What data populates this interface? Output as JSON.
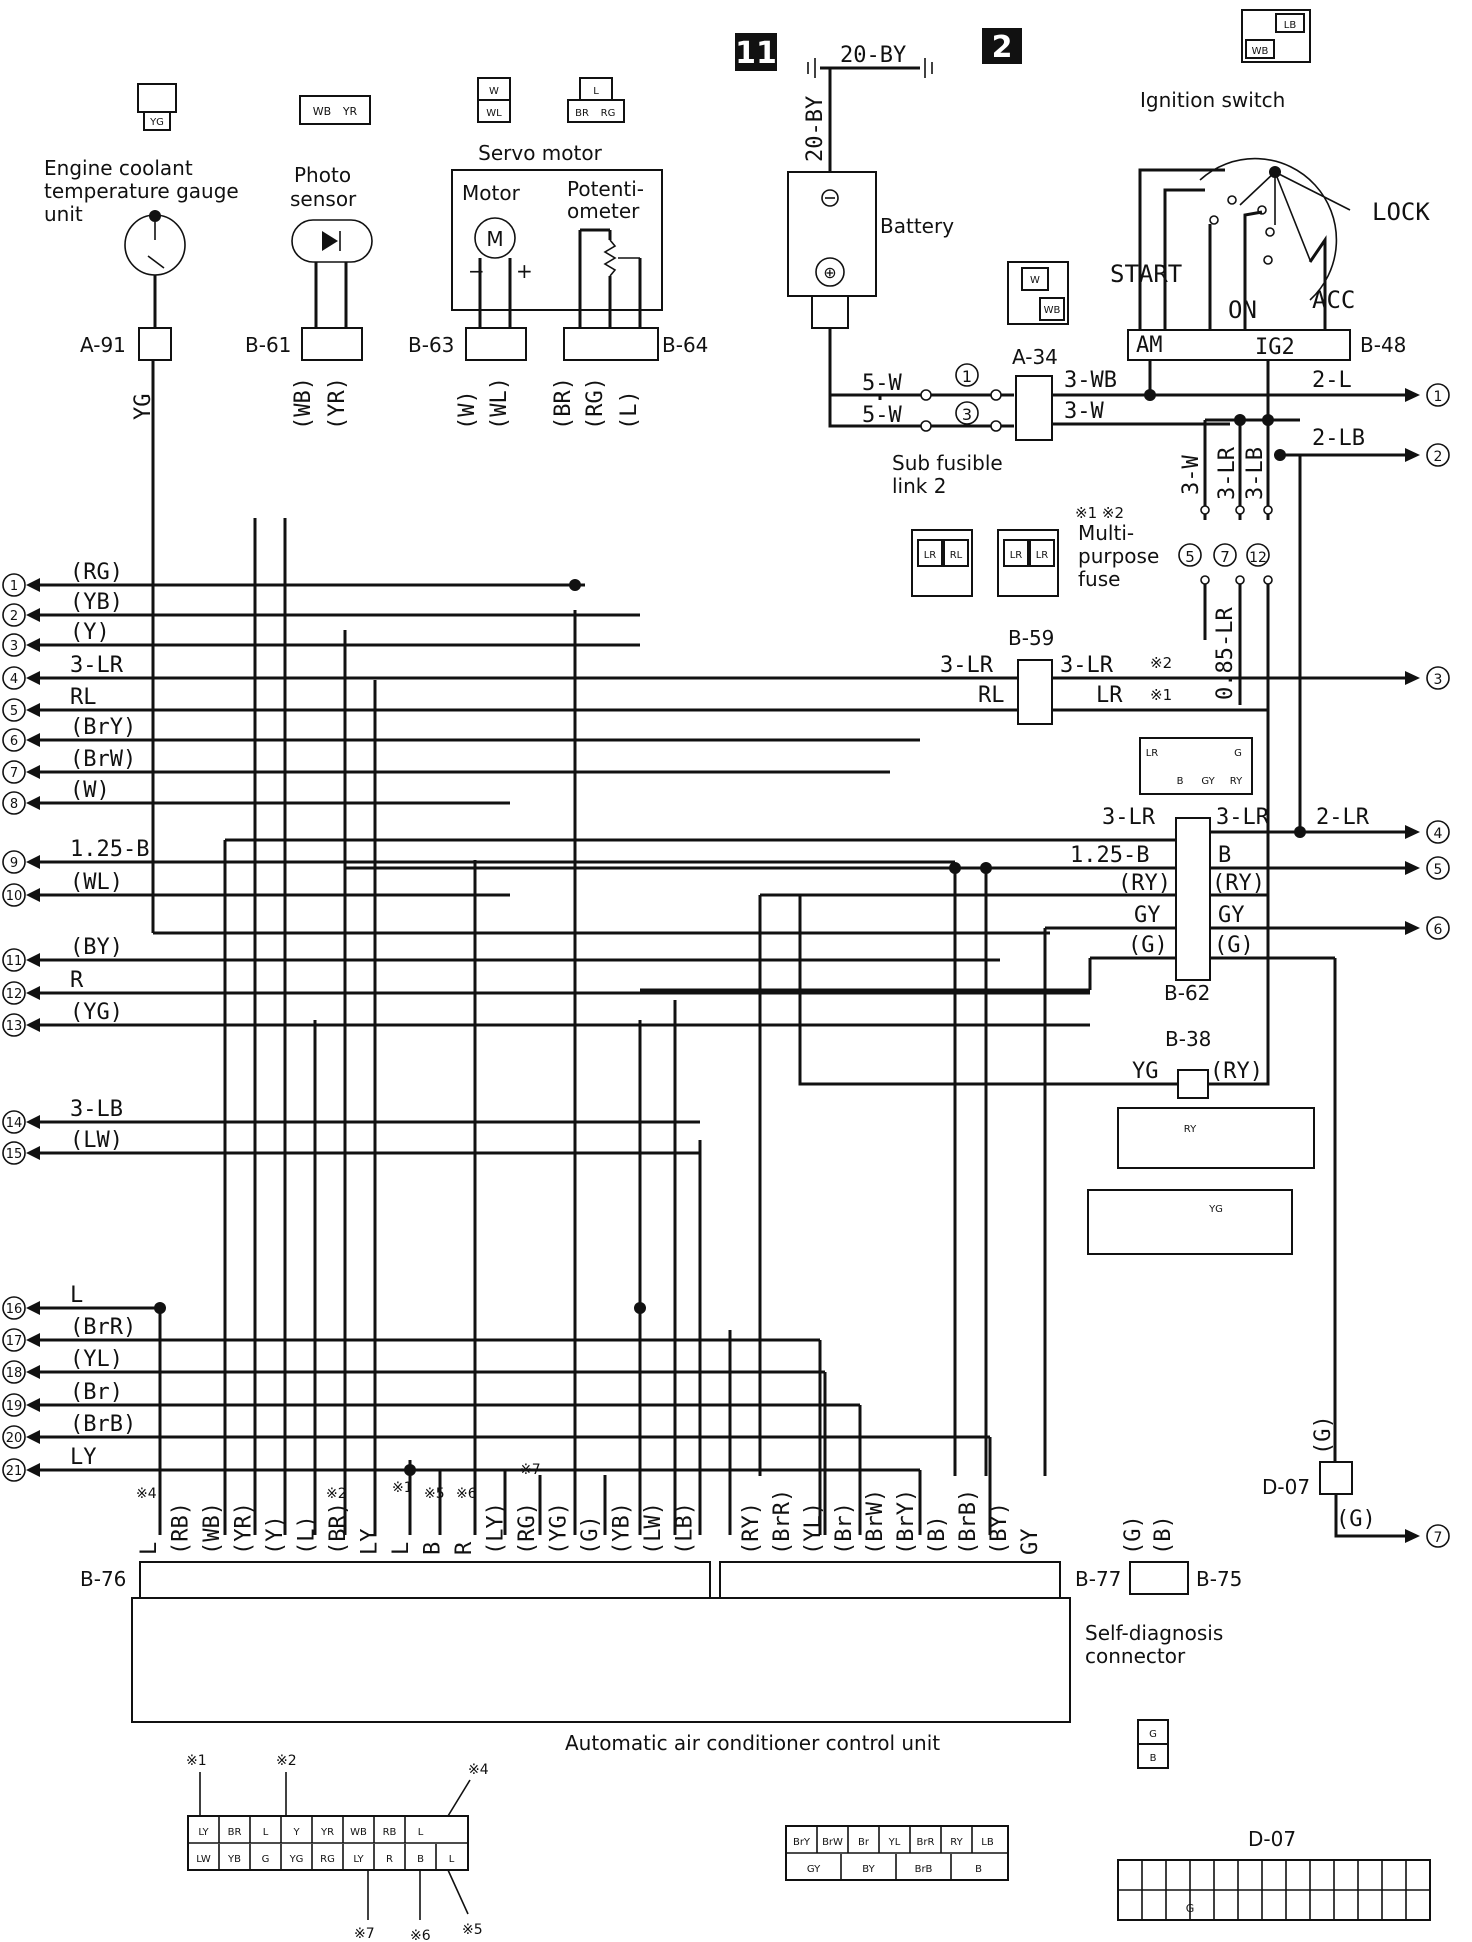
{
  "badges": [
    "11",
    "2"
  ],
  "components": {
    "coolant_gauge": [
      "Engine coolant",
      "temperature gauge",
      "unit"
    ],
    "photo_sensor": [
      "Photo",
      "sensor"
    ],
    "servo_motor": "Servo motor",
    "motor": "Motor",
    "motor_symbol": "M",
    "potentiometer": [
      "Potenti-",
      "ometer"
    ],
    "battery": "Battery",
    "ignition_switch": "Ignition switch",
    "lock": "LOCK",
    "start": "START",
    "on": "ON",
    "acc": "ACC",
    "am": "AM",
    "ig2": "IG2",
    "sub_fusible_link": [
      "Sub fusible",
      "link 2"
    ],
    "multi_purpose_fuse": [
      "Multi-",
      "purpose",
      "fuse"
    ],
    "self_diagnosis": [
      "Self-diagnosis",
      "connector"
    ],
    "control_unit": "Automatic air conditioner control unit",
    "fuse_notes": "※1 ※2",
    "fuse_numbers": [
      "5",
      "7",
      "12"
    ],
    "link_numbers": [
      "1",
      "3"
    ]
  },
  "connectors": {
    "A-91": "A-91",
    "B-61": "B-61",
    "B-63": "B-63",
    "B-64": "B-64",
    "A-34": "A-34",
    "B-48": "B-48",
    "B-59": "B-59",
    "B-62": "B-62",
    "B-38": "B-38",
    "D-07": "D-07",
    "B-76": "B-76",
    "B-77": "B-77",
    "B-75": "B-75"
  },
  "wires": {
    "battery_top": "20-BY",
    "battery_v": "20-BY",
    "w5a": "5-W",
    "w5b": "5-W",
    "wb3": "3-WB",
    "w3": "3-W",
    "l2": "2-L",
    "lb2": "2-LB",
    "w3v": "3-W",
    "lr3v": "3-LR",
    "lb3v": "3-LB",
    "lr085": "0.85-LR",
    "yg": "YG",
    "wb": "(WB)",
    "yr": "(YR)",
    "w": "(W)",
    "wl": "(WL)",
    "br": "(BR)",
    "rg": "(RG)",
    "l": "(L)",
    "b59_3lr_l": "3-LR",
    "b59_rl": "RL",
    "b59_3lr_r": "3-LR",
    "b59_lr": "LR",
    "note1": "※1",
    "note2": "※2",
    "b62_3lr_l": "3-LR",
    "b62_3lr_r": "3-LR",
    "lr2": "2-LR",
    "b62_125b": "1.25-B",
    "b62_b": "B",
    "b62_ry_l": "(RY)",
    "b62_ry_r": "(RY)",
    "b62_gy_l": "GY",
    "b62_gy_r": "GY",
    "b62_g_l": "(G)",
    "b62_g_r": "(G)",
    "b38_yg": "YG",
    "b38_ry": "(RY)",
    "d07_g_top": "(G)",
    "d07_g_bot": "(G)"
  },
  "left_refs": [
    {
      "num": "1",
      "label": "(RG)"
    },
    {
      "num": "2",
      "label": "(YB)"
    },
    {
      "num": "3",
      "label": "(Y)"
    },
    {
      "num": "4",
      "label": "3-LR"
    },
    {
      "num": "5",
      "label": "RL"
    },
    {
      "num": "6",
      "label": "(BrY)"
    },
    {
      "num": "7",
      "label": "(BrW)"
    },
    {
      "num": "8",
      "label": "(W)"
    },
    {
      "num": "9",
      "label": "1.25-B"
    },
    {
      "num": "10",
      "label": "(WL)"
    },
    {
      "num": "11",
      "label": "(BY)"
    },
    {
      "num": "12",
      "label": "R"
    },
    {
      "num": "13",
      "label": "(YG)"
    },
    {
      "num": "14",
      "label": "3-LB"
    },
    {
      "num": "15",
      "label": "(LW)"
    },
    {
      "num": "16",
      "label": "L"
    },
    {
      "num": "17",
      "label": "(BrR)"
    },
    {
      "num": "18",
      "label": "(YL)"
    },
    {
      "num": "19",
      "label": "(Br)"
    },
    {
      "num": "20",
      "label": "(BrB)"
    },
    {
      "num": "21",
      "label": "LY"
    }
  ],
  "right_refs": [
    "1",
    "2",
    "3",
    "4",
    "5",
    "6",
    "7"
  ],
  "pins_left": [
    "L",
    "(RB)",
    "(WB)",
    "(YR)",
    "(Y)",
    "(L)",
    "(BR)",
    "LY",
    "L",
    "B",
    "R",
    "(LY)",
    "(RG)",
    "(YG)",
    "(G)",
    "(YB)",
    "(LW)",
    "(LB)"
  ],
  "pin_notes": [
    "※4",
    "※2",
    "※1",
    "※5",
    "※6",
    "※7"
  ],
  "pins_right": [
    "(RY)",
    "(BrR)",
    "(YL)",
    "(Br)",
    "(BrW)",
    "(BrY)",
    "(B)",
    "(BrB)",
    "(BY)",
    "GY"
  ],
  "pins_diag": [
    "(G)",
    "(B)"
  ],
  "connector_faces": {
    "ign_top": [
      "LB",
      "WB"
    ],
    "a91": "YG",
    "b61": [
      "WB",
      "YR"
    ],
    "b63": [
      "W",
      "WL"
    ],
    "b64": [
      "L",
      "BR",
      "RG"
    ],
    "a34": [
      "W",
      "WB"
    ],
    "fuse_a": [
      "LR",
      "RL"
    ],
    "fuse_b": [
      "LR",
      "LR"
    ],
    "b62_face": [
      "LR",
      "G",
      "B",
      "GY",
      "RY"
    ],
    "b38_face": "RY",
    "b77_face": "YG",
    "b75_face": [
      "G",
      "B"
    ],
    "b76_top": [
      "LY",
      "BR",
      "L",
      "Y",
      "YR",
      "WB",
      "RB",
      "L"
    ],
    "b76_bot": [
      "LW",
      "YB",
      "G",
      "YG",
      "RG",
      "LY",
      "R",
      "B",
      "L"
    ],
    "b76_notes": [
      "※1",
      "※2",
      "※4",
      "※5",
      "※6",
      "※7"
    ],
    "b77_top": [
      "BrY",
      "BrW",
      "Br",
      "YL",
      "BrR",
      "RY",
      "LB"
    ],
    "b77_bot": [
      "GY",
      "BY",
      "BrB",
      "B"
    ],
    "d07_face": "G",
    "d07_title": "D-07"
  }
}
